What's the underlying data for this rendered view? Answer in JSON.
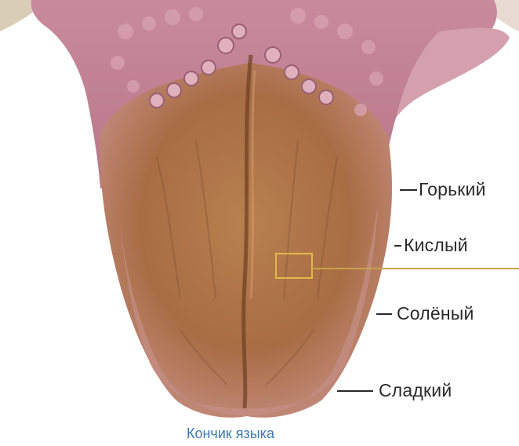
{
  "diagram": {
    "taste_labels": {
      "bitter": "Горький",
      "sour": "Кислый",
      "salty": "Солёный",
      "sweet": "Сладкий"
    },
    "caption": "Кончик языка"
  },
  "colors": {
    "mucosa_pink": "#c8879a",
    "mucosa_dark": "#a4677a",
    "tongue_body": "#b57a4e",
    "tongue_dark": "#8a5530",
    "tongue_edge": "#c88e82",
    "highlight_box": "#e2b84a",
    "pointer_line": "#7a7a7a",
    "caption_blue": "#3f78b0"
  }
}
